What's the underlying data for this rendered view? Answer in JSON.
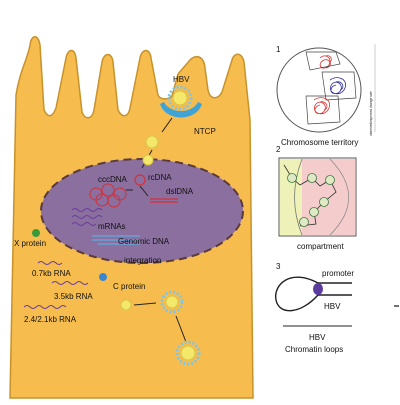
{
  "colors": {
    "cell_fill": "#f6bd4e",
    "cell_stroke": "#c8922a",
    "nucleus_fill": "#8a6f9f",
    "ntcp": "#3fa3d6",
    "virion_core": "#f4e86a",
    "virion_spike": "#7fc6e6",
    "cccdna": "#d2323a",
    "mrna": "#6a3d9a",
    "genomic_dna": "#6f94c8",
    "x_protein": "#3a9a3a",
    "c_protein": "#3c86d0",
    "territory_red": "#d93535",
    "territory_blue": "#2c2c9c",
    "compartment_yellow": "#eef2b8",
    "compartment_pink": "#f5cccc",
    "promoter": "#5b3b9d"
  },
  "cell": {
    "virus_label": "HBV",
    "receptor_label": "NTCP",
    "cccdna_label": "cccDNA",
    "rcdna_label": "rcDNA",
    "dsldna_label": "dslDNA",
    "mrnas_label": "mRNAs",
    "genomic_dna_label": "Genomic DNA",
    "integration_label": "integration",
    "x_protein_label": "X protein",
    "rna_07_label": "0.7kb RNA",
    "rna_35_label": "3.5kb RNA",
    "rna_24_label": "2.4/2.1kb RNA",
    "c_protein_label": "C protein"
  },
  "panel1": {
    "number": "1",
    "caption": "Chromosome territory",
    "side_axis_label": "observed/expected change rate"
  },
  "panel2": {
    "number": "2",
    "caption": "compartment"
  },
  "panel3": {
    "number": "3",
    "promoter_label": "promoter",
    "hbv_label": "HBV",
    "bar_label": "HBV",
    "caption": "Chromatin loops"
  }
}
